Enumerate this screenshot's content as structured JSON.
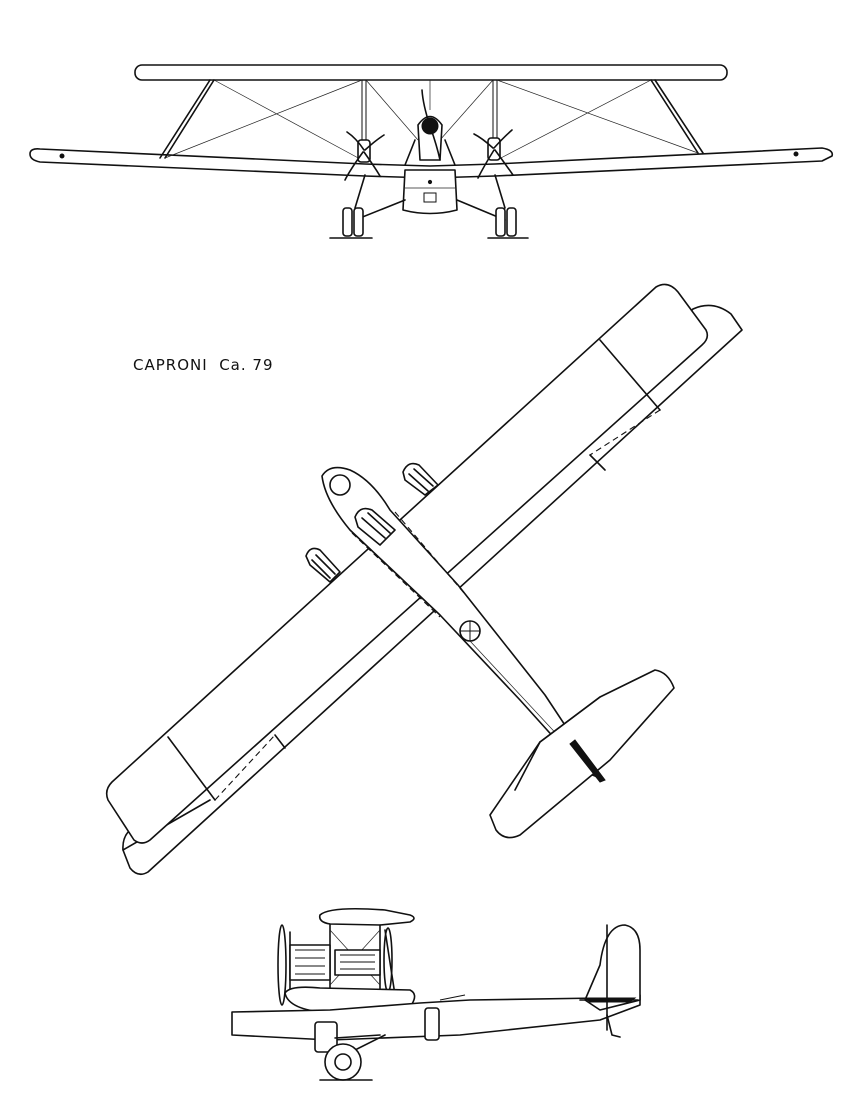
{
  "caption": {
    "designer": "CAPRONI",
    "model": "Ca. 79"
  },
  "views": [
    "front-view",
    "plan-view",
    "side-view"
  ]
}
